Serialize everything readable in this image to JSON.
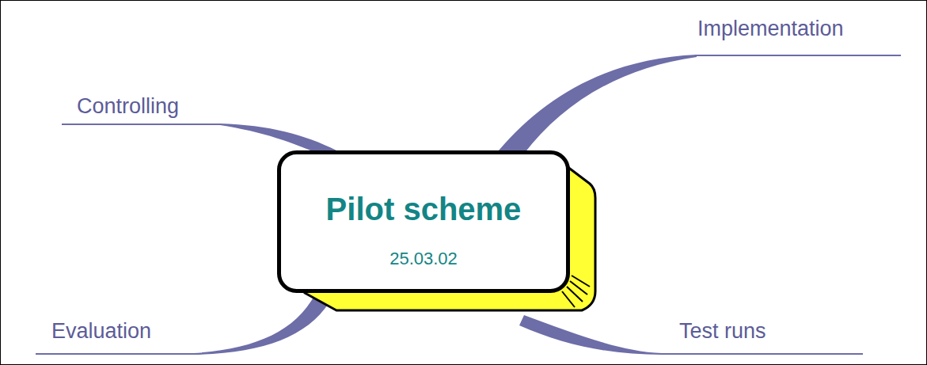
{
  "diagram": {
    "nodes": [
      {
        "text": [
          "Pilot scheme",
          "25.03.02"
        ]
      }
    ],
    "labels": [
      "Implementation",
      "Controlling",
      "Evaluation",
      "Test runs"
    ]
  }
}
